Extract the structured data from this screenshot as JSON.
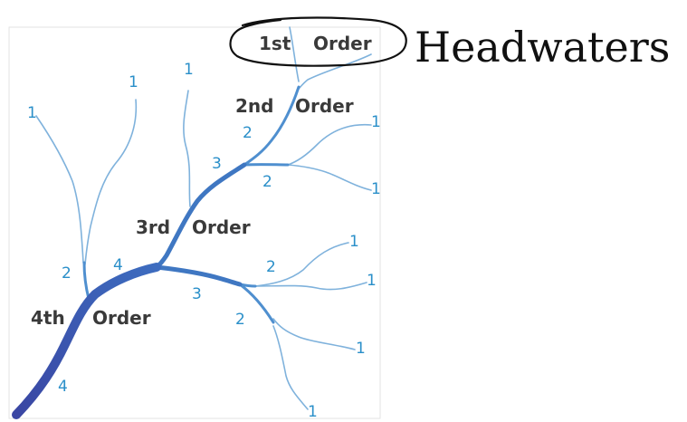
{
  "labels": {
    "first_order": {
      "part1": "1st",
      "part2": "Order"
    },
    "second_order": {
      "part1": "2nd",
      "part2": "Order"
    },
    "third_order": {
      "part1": "3rd",
      "part2": "Order"
    },
    "fourth_order": {
      "part1": "4th",
      "part2": "Order"
    }
  },
  "handwritten_note": "Headwaters",
  "stream_numbers": {
    "n1": "1",
    "n2": "1",
    "n3": "1",
    "n4": "1",
    "n5": "1",
    "n6": "1",
    "n7": "1",
    "n8": "1",
    "n9": "1",
    "n10": "2",
    "n11": "2",
    "n12": "2",
    "n13": "2",
    "n14": "2",
    "n15": "3",
    "n16": "3",
    "n17": "4",
    "n18": "4"
  },
  "colors": {
    "first_order": "#7fb2dc",
    "second_order": "#4f8fcf",
    "third_order": "#3f77c2",
    "fourth_order": "#3d55ad",
    "number_text": "#2a8fc9",
    "label_text": "#3a3a3a"
  }
}
